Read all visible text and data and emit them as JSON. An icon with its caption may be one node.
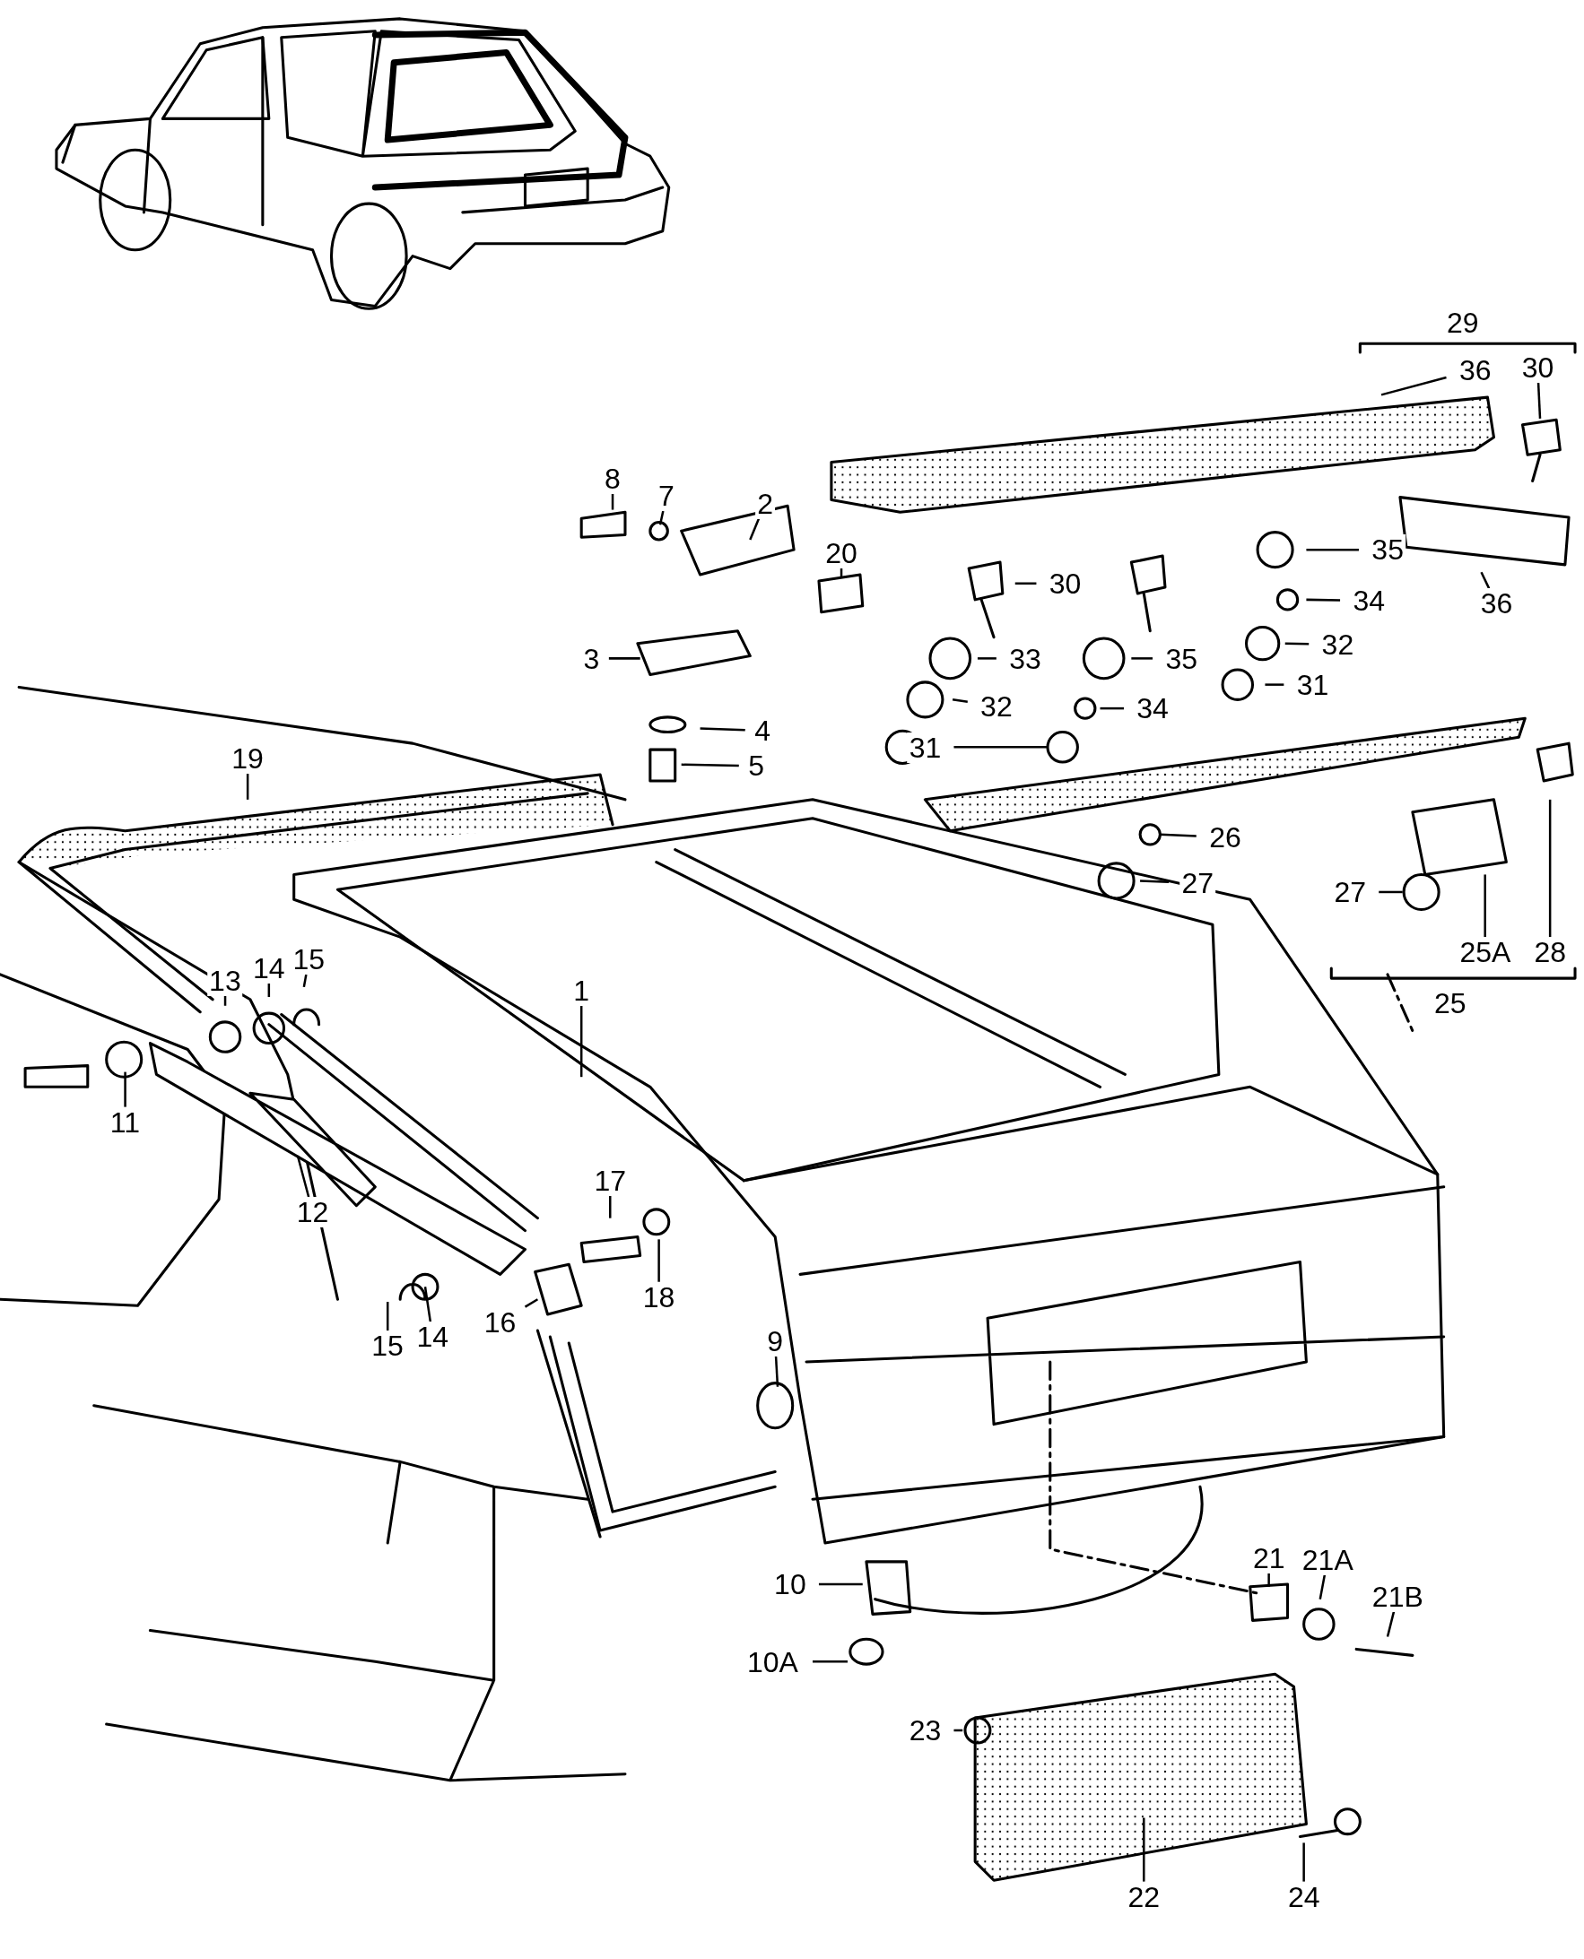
{
  "diagram": {
    "nodes": [
      {
        "text": [
          "36"
        ]
      },
      {
        "text": [
          "30"
        ]
      },
      {
        "text": [
          "8"
        ]
      },
      {
        "text": [
          "7"
        ]
      },
      {
        "text": [
          "2"
        ]
      },
      {
        "text": [
          "20"
        ]
      },
      {
        "text": [
          "35"
        ]
      },
      {
        "text": [
          "30"
        ]
      },
      {
        "text": [
          "34"
        ]
      },
      {
        "text": [
          "32"
        ]
      },
      {
        "text": [
          "33"
        ]
      },
      {
        "text": [
          "35"
        ]
      },
      {
        "text": [
          "3"
        ]
      },
      {
        "text": [
          "36"
        ]
      },
      {
        "text": [
          "31"
        ]
      },
      {
        "text": [
          "32"
        ]
      },
      {
        "text": [
          "34"
        ]
      },
      {
        "text": [
          "4"
        ]
      },
      {
        "text": [
          "31"
        ]
      },
      {
        "text": [
          "19"
        ]
      },
      {
        "text": [
          "5"
        ]
      },
      {
        "text": [
          "26"
        ]
      },
      {
        "text": [
          "27"
        ]
      },
      {
        "text": [
          "27"
        ]
      },
      {
        "text": [
          "25A"
        ]
      },
      {
        "text": [
          "28"
        ]
      },
      {
        "text": [
          "15"
        ]
      },
      {
        "text": [
          "14"
        ]
      },
      {
        "text": [
          "13"
        ]
      },
      {
        "text": [
          "1"
        ]
      },
      {
        "text": [
          "11"
        ]
      },
      {
        "text": [
          "17"
        ]
      },
      {
        "text": [
          "12"
        ]
      },
      {
        "text": [
          "18"
        ]
      },
      {
        "text": [
          "9"
        ]
      },
      {
        "text": [
          "16"
        ]
      },
      {
        "text": [
          "15"
        ]
      },
      {
        "text": [
          "14"
        ]
      },
      {
        "text": [
          "21"
        ]
      },
      {
        "text": [
          "21A"
        ]
      },
      {
        "text": [
          "21B"
        ]
      },
      {
        "text": [
          "10"
        ]
      },
      {
        "text": [
          "10A"
        ]
      },
      {
        "text": [
          "23"
        ]
      },
      {
        "text": [
          "22"
        ]
      },
      {
        "text": [
          "24"
        ]
      }
    ],
    "edges": [
      {
        "from": 0,
        "to": null,
        "arrow": "none"
      },
      {
        "from": 1,
        "to": null,
        "arrow": "none"
      },
      {
        "from": 2,
        "to": null,
        "arrow": "none"
      },
      {
        "from": 3,
        "to": null,
        "arrow": "none"
      },
      {
        "from": 4,
        "to": null,
        "arrow": "none"
      },
      {
        "from": 5,
        "to": null,
        "arrow": "none"
      },
      {
        "from": 6,
        "to": null,
        "arrow": "none"
      },
      {
        "from": 7,
        "to": null,
        "arrow": "none"
      },
      {
        "from": 8,
        "to": null,
        "arrow": "none"
      },
      {
        "from": 9,
        "to": null,
        "arrow": "none"
      },
      {
        "from": 10,
        "to": null,
        "arrow": "none"
      },
      {
        "from": 11,
        "to": null,
        "arrow": "none"
      },
      {
        "from": 12,
        "to": null,
        "arrow": "none"
      },
      {
        "from": 13,
        "to": null,
        "arrow": "none"
      },
      {
        "from": 14,
        "to": null,
        "arrow": "none"
      },
      {
        "from": 15,
        "to": null,
        "arrow": "none"
      },
      {
        "from": 16,
        "to": null,
        "arrow": "none"
      },
      {
        "from": 17,
        "to": null,
        "arrow": "none"
      },
      {
        "from": 18,
        "to": null,
        "arrow": "none"
      },
      {
        "from": 19,
        "to": null,
        "arrow": "none"
      },
      {
        "from": 20,
        "to": null,
        "arrow": "none"
      },
      {
        "from": 21,
        "to": null,
        "arrow": "none"
      },
      {
        "from": 22,
        "to": null,
        "arrow": "none"
      },
      {
        "from": 23,
        "to": null,
        "arrow": "none"
      },
      {
        "from": 24,
        "to": null,
        "arrow": "none"
      },
      {
        "from": 25,
        "to": null,
        "arrow": "none"
      },
      {
        "from": 26,
        "to": null,
        "arrow": "none"
      },
      {
        "from": 27,
        "to": null,
        "arrow": "none"
      },
      {
        "from": 28,
        "to": null,
        "arrow": "none"
      },
      {
        "from": 29,
        "to": null,
        "arrow": "none"
      },
      {
        "from": 30,
        "to": null,
        "arrow": "none"
      },
      {
        "from": 31,
        "to": null,
        "arrow": "none"
      },
      {
        "from": 32,
        "to": null,
        "arrow": "none"
      },
      {
        "from": 33,
        "to": null,
        "arrow": "none"
      },
      {
        "from": 34,
        "to": null,
        "arrow": "none"
      },
      {
        "from": 35,
        "to": null,
        "arrow": "none"
      },
      {
        "from": 36,
        "to": null,
        "arrow": "none"
      },
      {
        "from": 37,
        "to": null,
        "arrow": "none"
      },
      {
        "from": 38,
        "to": null,
        "arrow": "none"
      },
      {
        "from": 39,
        "to": null,
        "arrow": "none"
      },
      {
        "from": 40,
        "to": null,
        "arrow": "none"
      },
      {
        "from": 41,
        "to": null,
        "arrow": "none"
      },
      {
        "from": 42,
        "to": null,
        "arrow": "none"
      },
      {
        "from": 43,
        "to": null,
        "arrow": "none"
      },
      {
        "from": 44,
        "to": null,
        "arrow": "none"
      },
      {
        "from": 45,
        "to": null,
        "arrow": "none"
      }
    ],
    "labels": [
      "29",
      "25"
    ]
  }
}
